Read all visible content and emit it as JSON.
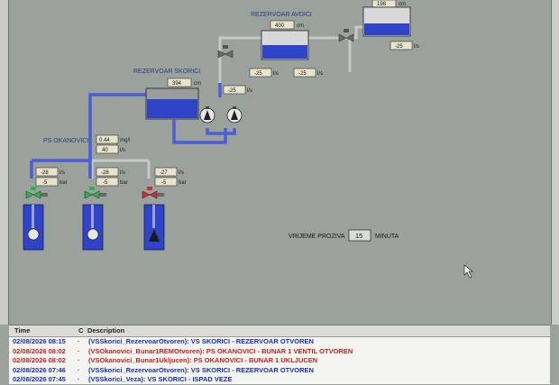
{
  "tanks": {
    "skorici": {
      "name": "REZERVOAR SKORICI",
      "level": "394",
      "unit": "cm"
    },
    "avdici": {
      "name": "REZERVOAR AVDICI",
      "level": "400",
      "unit": "cm"
    },
    "top": {
      "level": "198",
      "unit": "cm"
    }
  },
  "station": {
    "name": "PS OKANOVICI",
    "chlorine": "0.44",
    "chlorine_unit": "mg/l",
    "flow": "40",
    "flow_unit": "l/s"
  },
  "flows": {
    "avdici_in": "-25",
    "avdici_out": "-25",
    "top_out": "-25",
    "pump_line": "-25",
    "unit": "l/s"
  },
  "wells": [
    {
      "flow": "-28",
      "pressure": "-5",
      "state": "on"
    },
    {
      "flow": "-28",
      "pressure": "-5",
      "state": "on"
    },
    {
      "flow": "-27",
      "pressure": "-5",
      "state": "off"
    }
  ],
  "units": {
    "flow": "l/s",
    "pressure": "bar"
  },
  "polling": {
    "label": "VRIJEME PROZIVA",
    "value": "15",
    "unit": "MINUTA"
  },
  "colors": {
    "on": "#2fb24a",
    "off": "#cc2f3c",
    "water": "#2f44c8",
    "pipe_blue": "#4a5ed8",
    "pipe_grey": "#c8c8c8"
  },
  "events": {
    "headers": {
      "time": "Time",
      "flag": "C",
      "description": "Description"
    },
    "rows": [
      {
        "time": "02/08/2026 08:15",
        "description": "(VSSkorici_RezervoarOtvoren): VS SKORICI - REZERVOAR OTVOREN",
        "color": "#1a2fb0"
      },
      {
        "time": "02/08/2026 08:02",
        "description": "(VSOkanovici_Bunar1REMOtvoren): PS OKANOVICI - BUNAR 1 VENTIL OTVOREN",
        "color": "#c8201f"
      },
      {
        "time": "02/08/2026 08:02",
        "description": "(VSOkanovici_Bunar1Ukljucen): PS OKANOVICI - BUNAR 1 UKLJUCEN",
        "color": "#c8201f"
      },
      {
        "time": "02/08/2026 07:46",
        "description": "(VSSkorici_RezervoarOtvoren): VS SKORICI - REZERVOAR OTVOREN",
        "color": "#1a2fb0"
      },
      {
        "time": "02/08/2026 07:45",
        "description": "(VSSkorici_Veza): VS SKORICI - ISPAD VEZE",
        "color": "#1a2fb0"
      }
    ]
  }
}
